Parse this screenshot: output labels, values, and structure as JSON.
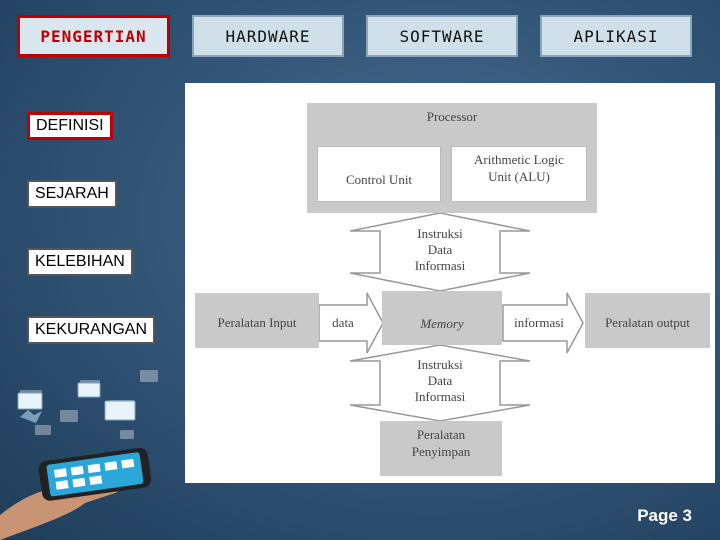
{
  "tabs": [
    {
      "label": "PENGERTIAN",
      "active": true
    },
    {
      "label": "HARDWARE",
      "active": false
    },
    {
      "label": "SOFTWARE",
      "active": false
    },
    {
      "label": "APLIKASI",
      "active": false
    }
  ],
  "sidebar": [
    {
      "label": "DEFINISI",
      "active": true
    },
    {
      "label": "SEJARAH",
      "active": false
    },
    {
      "label": "KELEBIHAN",
      "active": false
    },
    {
      "label": "KEKURANGAN",
      "active": false
    }
  ],
  "diagram": {
    "processor": "Processor",
    "control_unit": "Control Unit",
    "alu_line1": "Arithmetic Logic",
    "alu_line2": "Unit (ALU)",
    "top_flow": [
      "Instruksi",
      "Data",
      "Informasi"
    ],
    "input": "Peralatan Input",
    "data_arrow": "data",
    "memory": "Memory",
    "info_arrow": "informasi",
    "output": "Peralatan output",
    "bottom_flow": [
      "Instruksi",
      "Data",
      "Informasi"
    ],
    "storage_line1": "Peralatan",
    "storage_line2": "Penyimpan"
  },
  "footer": {
    "page_label": "Page 3"
  },
  "colors": {
    "accent": "#c00000",
    "tab_bg": "#cfe0e8",
    "diagram_gray": "#c9c9c9"
  },
  "decor": {
    "phone_image": "smartphone-with-email-icons"
  }
}
